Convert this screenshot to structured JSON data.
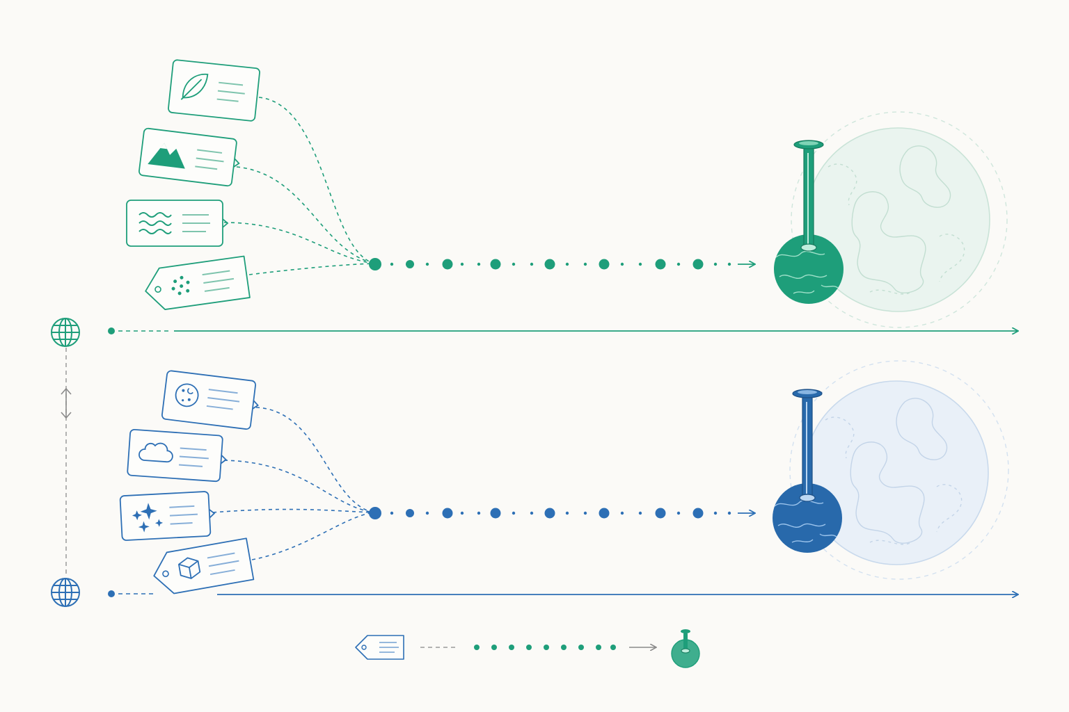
{
  "colors": {
    "background": "#fbfaf7",
    "green": "#1e9e7a",
    "green_fill": "#1e9e7a",
    "green_pale": "#e6f3ee",
    "blue": "#2d6fb5",
    "blue_fill": "#2869ab",
    "blue_pale": "#e7eef7",
    "gray": "#9a9a9a"
  },
  "rows": [
    {
      "id": "top",
      "color": "green",
      "tags": [
        {
          "icon": "leaf-icon"
        },
        {
          "icon": "mountain-icon"
        },
        {
          "icon": "waves-icon"
        },
        {
          "icon": "dots-icon"
        }
      ]
    },
    {
      "id": "bottom",
      "color": "blue",
      "tags": [
        {
          "icon": "cookie-icon"
        },
        {
          "icon": "cloud-icon"
        },
        {
          "icon": "sparkles-icon"
        },
        {
          "icon": "cube-icon"
        }
      ]
    }
  ],
  "legend": {
    "icons": [
      "tag-icon",
      "pin-icon"
    ]
  }
}
